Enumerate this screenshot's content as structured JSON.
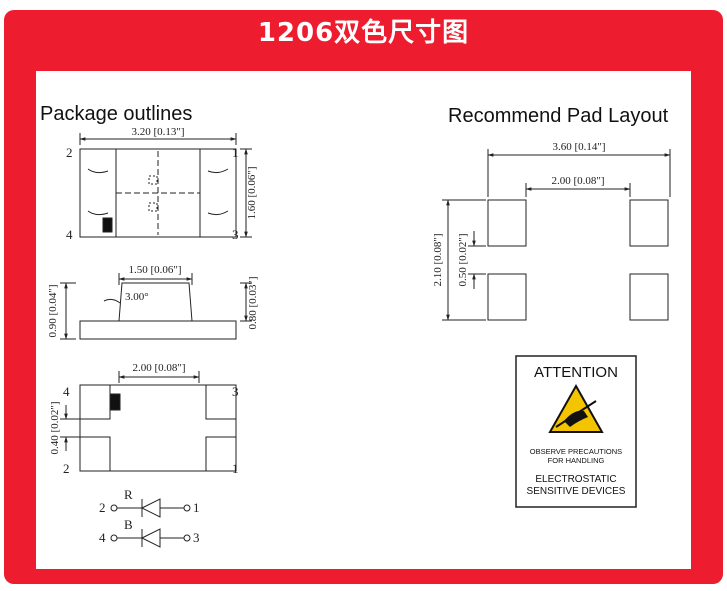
{
  "title": "1206双色尺寸图",
  "package": {
    "heading": "Package outlines",
    "top_view": {
      "width_dim": "3.20 [0.13\"]",
      "height_dim": "1.60 [0.06\"]",
      "pins": [
        "2",
        "1",
        "4",
        "3"
      ]
    },
    "side_view": {
      "top_dim": "1.50 [0.06\"]",
      "angle": "3.00°",
      "left_dim": "0.90 [0.04\"]",
      "right_dim": "0.80 [0.03\"]"
    },
    "bottom_view": {
      "width_dim": "2.00 [0.08\"]",
      "pad_dim": "0.40 [0.02\"]",
      "pins": [
        "4",
        "3",
        "2",
        "1"
      ]
    },
    "schematic": [
      {
        "left_pin": "2",
        "color_label": "R",
        "right_pin": "1"
      },
      {
        "left_pin": "4",
        "color_label": "B",
        "right_pin": "3"
      }
    ]
  },
  "pad_layout": {
    "heading": "Recommend Pad Layout",
    "outer_width": "3.60 [0.14\"]",
    "inner_width": "2.00 [0.08\"]",
    "height": "2.10 [0.08\"]",
    "gap": "0.50 [0.02\"]"
  },
  "attention": {
    "title": "ATTENTION",
    "line1": "OBSERVE PRECAUTIONS",
    "line2": "FOR HANDLING",
    "line3": "ELECTROSTATIC",
    "line4": "SENSITIVE DEVICES"
  }
}
